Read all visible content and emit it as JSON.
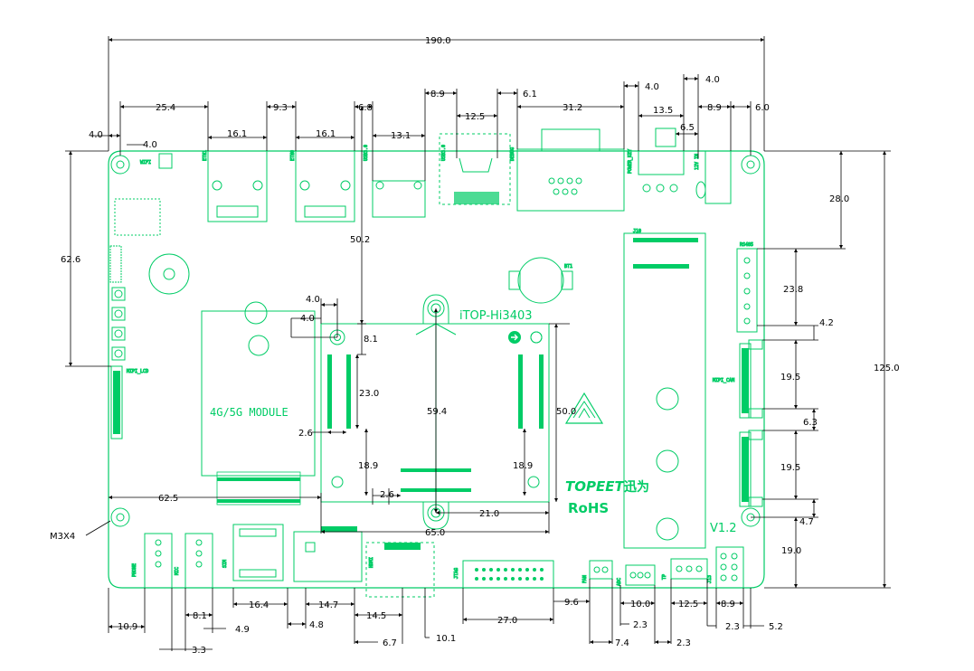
{
  "board": {
    "name": "iTOP-Hi3403",
    "module": "4G/5G MODULE",
    "brand": "TOPEET",
    "brand_cn": "迅为",
    "rohs": "RoHS",
    "version": "V1.2",
    "mount": "M3X4"
  },
  "silk": {
    "wifi": "WIFI",
    "eth1": "ETH1",
    "eth0": "ETH0",
    "usb3_0": "USB3.0",
    "usb3_1": "USB3.0",
    "debug": "DEBUG",
    "power_key": "POWER_KEY",
    "dc": "12V IN",
    "rs485": "RS485",
    "mipi_lcd": "MIPI_LCD",
    "mipi_cam": "MIPI_CAM",
    "phone": "PHONE",
    "mic": "MIC",
    "sim": "SIM",
    "hdmi": "HDMI",
    "jtag": "JTAG",
    "fan": "FAN",
    "adc": "ADC",
    "tp": "TP",
    "j13": "J13",
    "j10": "J10",
    "bat": "BT1"
  },
  "dims": {
    "d190": "190.0",
    "d25_4": "25.4",
    "d4_0a": "4.0",
    "d4_0b": "4.0",
    "d16_1a": "16.1",
    "d9_3": "9.3",
    "d16_1b": "16.1",
    "d6_8": "6.8",
    "d13_1": "13.1",
    "d8_9a": "8.9",
    "d12_5a": "12.5",
    "d6_1": "6.1",
    "d31_2": "31.2",
    "d4_0c": "4.0",
    "d13_5": "13.5",
    "d4_0d": "4.0",
    "d6_5": "6.5",
    "d8_9b": "8.9",
    "d6_0": "6.0",
    "d62_6": "62.6",
    "d50_2": "50.2",
    "d28_0": "28.0",
    "d23_8": "23.8",
    "d4_2": "4.2",
    "d125_0": "125.0",
    "d19_5a": "19.5",
    "d6_3": "6.3",
    "d19_5b": "19.5",
    "d4_7": "4.7",
    "d19_0": "19.0",
    "d4_0e": "4.0",
    "d4_0f": "4.0",
    "d8_1a": "8.1",
    "d23_0": "23.0",
    "d59_4": "59.4",
    "d50_0": "50.0",
    "d2_6a": "2.6",
    "d18_9a": "18.9",
    "d18_9b": "18.9",
    "d2_6b": "2.6",
    "d62_5": "62.5",
    "d21_0": "21.0",
    "d65_0": "65.0",
    "d10_9": "10.9",
    "d8_1b": "8.1",
    "d3_3": "3.3",
    "d4_9": "4.9",
    "d16_4": "16.4",
    "d14_7": "14.7",
    "d4_8": "4.8",
    "d14_5": "14.5",
    "d6_7": "6.7",
    "d10_1": "10.1",
    "d27_0": "27.0",
    "d9_6": "9.6",
    "d10_0": "10.0",
    "d2_3a": "2.3",
    "d7_4": "7.4",
    "d12_5b": "12.5",
    "d2_3b": "2.3",
    "d8_9c": "8.9",
    "d2_3c": "2.3",
    "d5_2": "5.2"
  }
}
